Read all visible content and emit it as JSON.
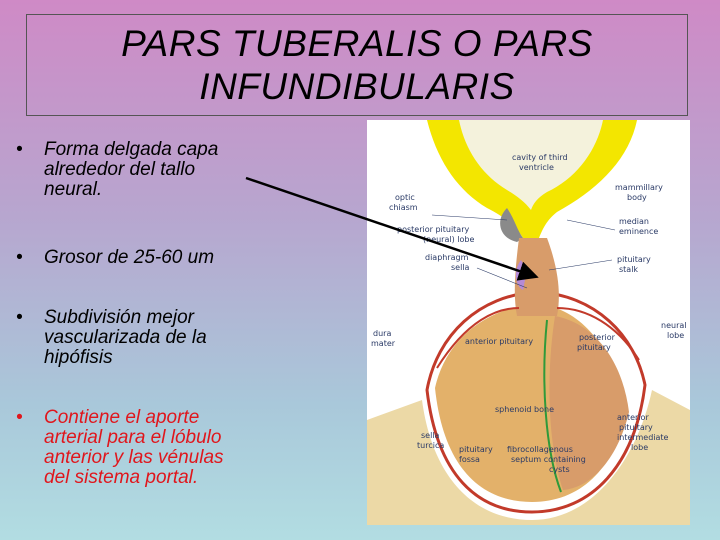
{
  "slide": {
    "title_lines": [
      "PARS TUBERALIS O PARS",
      "INFUNDIBULARIS"
    ],
    "bullets": [
      {
        "marker": "•",
        "lines": [
          "Forma delgada capa",
          "alrededor del tallo",
          "neural."
        ]
      },
      {
        "marker": "•",
        "lines": [
          "Grosor de 25-60 um"
        ]
      },
      {
        "marker": "•",
        "lines": [
          "Subdivisión mejor",
          "vascularizada de la",
          "hipófisis"
        ]
      },
      {
        "marker": "•",
        "lines": [
          "Contiene el aporte",
          "arterial para el lóbulo",
          "anterior y las vénulas",
          "del sistema portal."
        ]
      }
    ]
  },
  "figure": {
    "labels": {
      "cavity": [
        "cavity of third",
        "ventricle"
      ],
      "optic": [
        "optic",
        "chiasm"
      ],
      "mammillary": [
        "mammillary",
        "body"
      ],
      "median": [
        "median",
        "eminence"
      ],
      "post_pit_lobe": [
        "posterior pituitary",
        "(neural) lobe"
      ],
      "diaphragm": [
        "diaphragm",
        "sella"
      ],
      "stalk": [
        "pituitary",
        "stalk"
      ],
      "dura": [
        "dura",
        "mater"
      ],
      "anterior_pit": "anterior pituitary",
      "posterior_pit": [
        "posterior",
        "pituitary"
      ],
      "neural_lobe": [
        "neural",
        "lobe"
      ],
      "sphenoid": "sphenoid bone",
      "sella_turcica": [
        "sella",
        "turcica"
      ],
      "fossa": [
        "pituitary",
        "fossa"
      ],
      "fibro": [
        "fibrocollagenous",
        "septum containing",
        "cysts"
      ],
      "intermediate": [
        "anterior",
        "pituitary",
        "intermediate",
        "lobe"
      ]
    }
  }
}
